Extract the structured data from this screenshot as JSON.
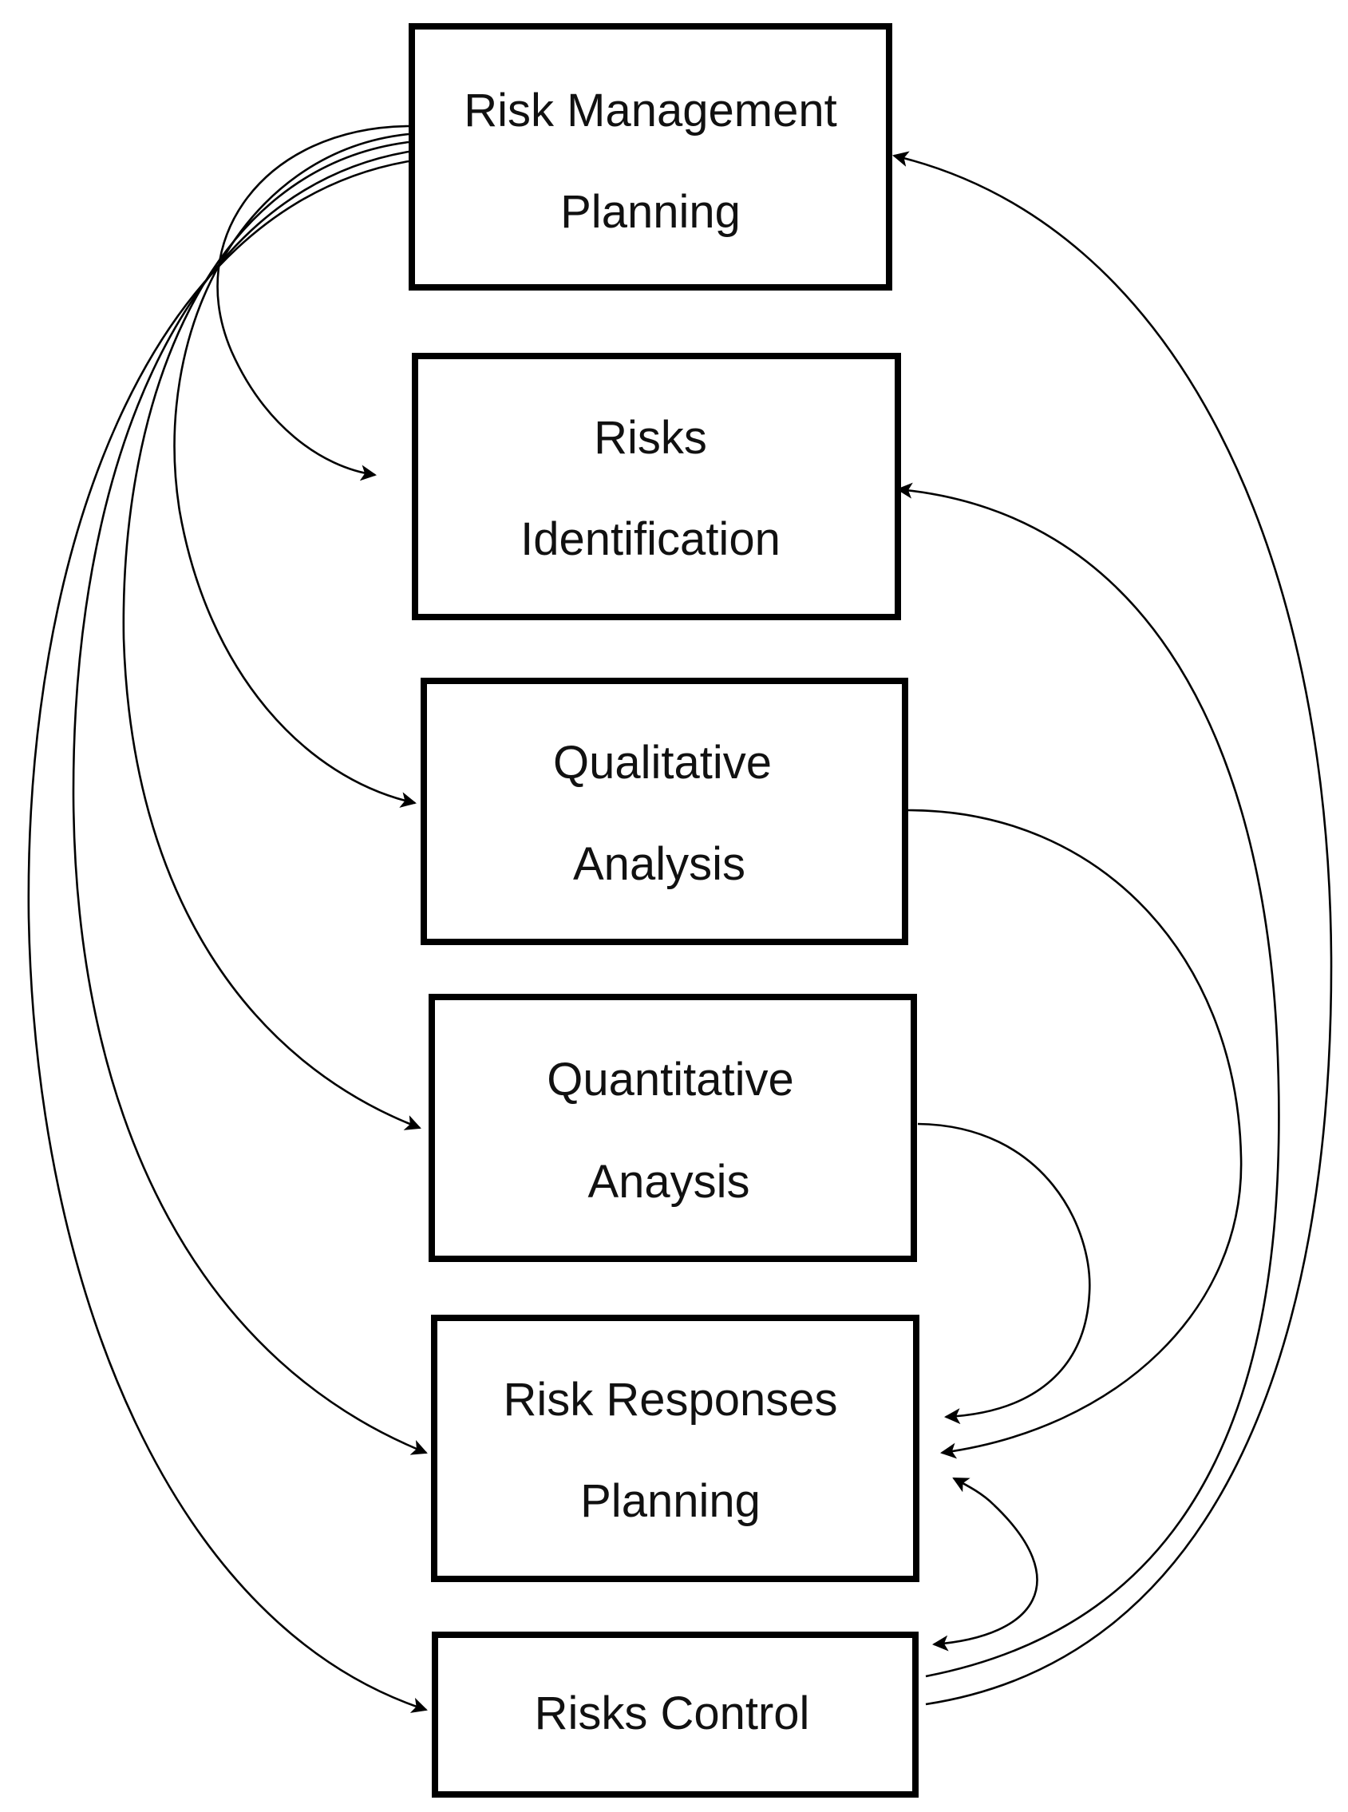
{
  "nodes": [
    {
      "id": "rmp",
      "line1": "Risk Management",
      "line2": "Planning"
    },
    {
      "id": "ri",
      "line1": "Risks",
      "line2": "Identification"
    },
    {
      "id": "qa",
      "line1": "Qualitative",
      "line2": "Analysis"
    },
    {
      "id": "qna",
      "line1": "Quantitative",
      "line2": "Anaysis"
    },
    {
      "id": "rrp",
      "line1": "Risk Responses",
      "line2": "Planning"
    },
    {
      "id": "rc",
      "line1": "Risks Control",
      "line2": ""
    }
  ],
  "edges": [
    {
      "from": "rmp",
      "to": "ri"
    },
    {
      "from": "rmp",
      "to": "qa"
    },
    {
      "from": "rmp",
      "to": "qna"
    },
    {
      "from": "rmp",
      "to": "rrp"
    },
    {
      "from": "rmp",
      "to": "rc"
    },
    {
      "from": "rc",
      "to": "rmp"
    },
    {
      "from": "rc",
      "to": "ri"
    },
    {
      "from": "qa",
      "to": "rrp"
    },
    {
      "from": "qna",
      "to": "rrp"
    },
    {
      "from": "rrp",
      "to": "rc"
    },
    {
      "from": "rc",
      "to": "rrp"
    }
  ]
}
